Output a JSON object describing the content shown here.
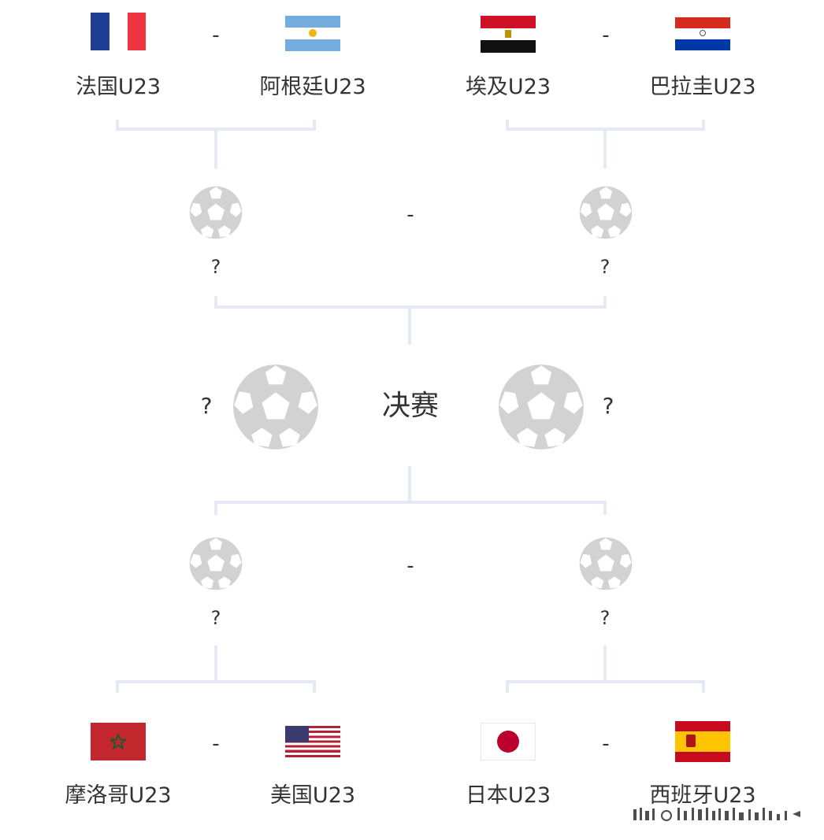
{
  "bracket": {
    "top": {
      "match_left": {
        "team1": {
          "name": "法国U23",
          "flag": "france-flag"
        },
        "team2": {
          "name": "阿根廷U23",
          "flag": "argentina-flag"
        },
        "separator": "-"
      },
      "match_right": {
        "team1": {
          "name": "埃及U23",
          "flag": "egypt-flag"
        },
        "team2": {
          "name": "巴拉圭U23",
          "flag": "paraguay-flag"
        },
        "separator": "-"
      },
      "semifinal": {
        "left_winner": "?",
        "right_winner": "?",
        "separator": "-"
      }
    },
    "final": {
      "label": "决赛",
      "left_winner": "?",
      "right_winner": "?"
    },
    "bottom": {
      "semifinal": {
        "left_winner": "?",
        "right_winner": "?",
        "separator": "-"
      },
      "match_left": {
        "team1": {
          "name": "摩洛哥U23",
          "flag": "morocco-flag"
        },
        "team2": {
          "name": "美国U23",
          "flag": "usa-flag"
        },
        "separator": "-"
      },
      "match_right": {
        "team1": {
          "name": "日本U23",
          "flag": "japan-flag"
        },
        "team2": {
          "name": "西班牙U23",
          "flag": "spain-flag"
        },
        "separator": "-"
      }
    }
  },
  "colors": {
    "connector": "#e4e9f4",
    "text": "#333333",
    "ball": "#d2d2d2"
  }
}
